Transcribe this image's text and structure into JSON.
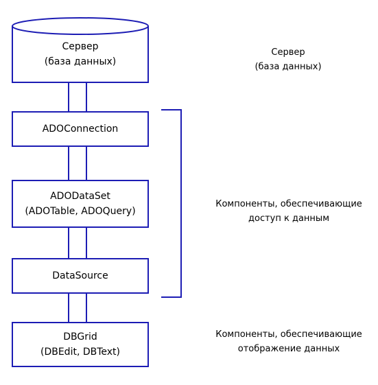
{
  "colors": {
    "stroke": "#1c1cb4",
    "text": "#000000",
    "background": "#ffffff"
  },
  "blocks": {
    "server": {
      "line1": "Сервер",
      "line2": "(база данных)"
    },
    "connection": {
      "line1": "ADOConnection"
    },
    "dataset": {
      "line1": "ADODataSet",
      "line2": "(ADOTable, ADOQuery)"
    },
    "datasource": {
      "line1": "DataSource"
    },
    "grid": {
      "line1": "DBGrid",
      "line2": "(DBEdit, DBText)"
    }
  },
  "notes": {
    "server": {
      "line1": "Сервер",
      "line2": "(база данных)"
    },
    "access": {
      "line1": "Компоненты, обеспечивающие",
      "line2": "доступ к данным"
    },
    "display": {
      "line1": "Компоненты, обеспечивающие",
      "line2": "отображение данных"
    }
  }
}
